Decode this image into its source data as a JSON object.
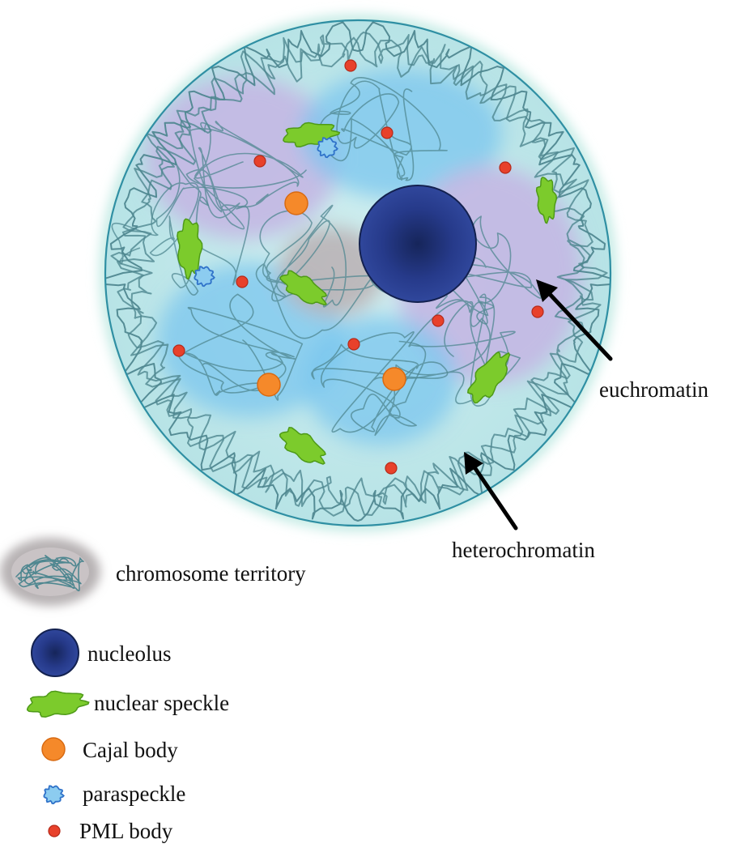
{
  "labels": {
    "euchromatin": "euchromatin",
    "heterochromatin": "heterochromatin"
  },
  "legend": {
    "items": [
      {
        "key": "chromosome_territory",
        "label": "chromosome territory"
      },
      {
        "key": "nucleolus",
        "label": "nucleolus"
      },
      {
        "key": "nuclear_speckle",
        "label": "nuclear speckle"
      },
      {
        "key": "cajal_body",
        "label": "Cajal body"
      },
      {
        "key": "paraspeckle",
        "label": "paraspeckle"
      },
      {
        "key": "pml_body",
        "label": "PML body"
      }
    ]
  },
  "colors": {
    "nucleus_fill": "#bfe7ea",
    "nucleus_edge": "#2f8fa3",
    "chromatin": "#4f8790",
    "territory_blue": "#79c6ee",
    "territory_purple": "#c3b7e3",
    "territory_grey": "#b9b3b6",
    "nucleolus_center": "#1a2c66",
    "nucleolus_fill": "#2a3f8f",
    "nucleolus_edge": "#13214f",
    "speckle": "#7ccb2c",
    "speckle_edge": "#4e9a18",
    "cajal": "#f5892a",
    "cajal_edge": "#d86a12",
    "paraspeckle": "#8cccf0",
    "paraspeckle_edge": "#2f72c9",
    "pml": "#e8412b",
    "pml_edge": "#b52a1a"
  }
}
